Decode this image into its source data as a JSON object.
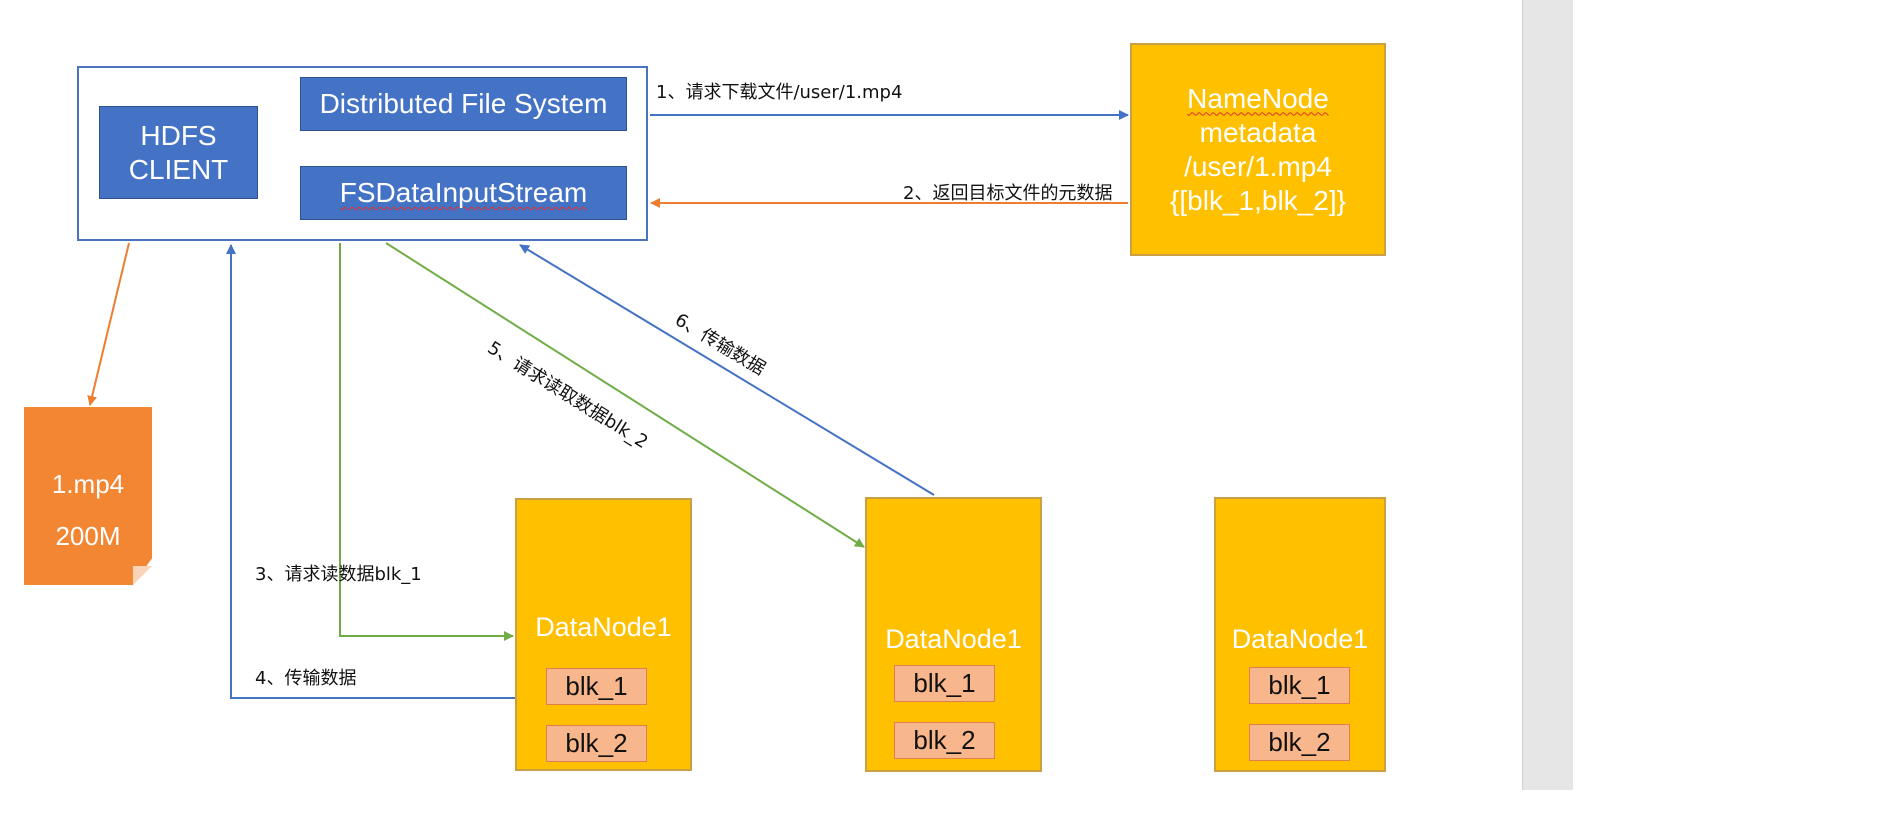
{
  "client": {
    "hdfs_client_line1": "HDFS",
    "hdfs_client_line2": "CLIENT",
    "dfs_label": "Distributed File System",
    "fsdis_label": "FSDataInputStream"
  },
  "namenode": {
    "line1": "NameNode",
    "line2": "metadata",
    "line3": "/user/1.mp4",
    "line4": "{[blk_1,blk_2]}"
  },
  "file": {
    "name": "1.mp4",
    "size": "200M"
  },
  "datanodes": [
    {
      "title": "DataNode1",
      "blocks": [
        "blk_1",
        "blk_2"
      ]
    },
    {
      "title": "DataNode1",
      "blocks": [
        "blk_1",
        "blk_2"
      ]
    },
    {
      "title": "DataNode1",
      "blocks": [
        "blk_1",
        "blk_2"
      ]
    }
  ],
  "steps": {
    "s1": "1、请求下载文件/user/1.mp4",
    "s2": "2、返回目标文件的元数据",
    "s3": "3、请求读数据blk_1",
    "s4": "4、传输数据",
    "s5": "5、请求读取数据blk_2",
    "s6": "6、传输数据"
  },
  "colors": {
    "blue_arrow": "#4472c4",
    "orange_arrow": "#ed7d31",
    "green_arrow": "#70ad47",
    "node_fill": "#ffc000",
    "client_fill": "#4472c4",
    "file_fill": "#f28633",
    "block_fill": "#f8b68c"
  }
}
